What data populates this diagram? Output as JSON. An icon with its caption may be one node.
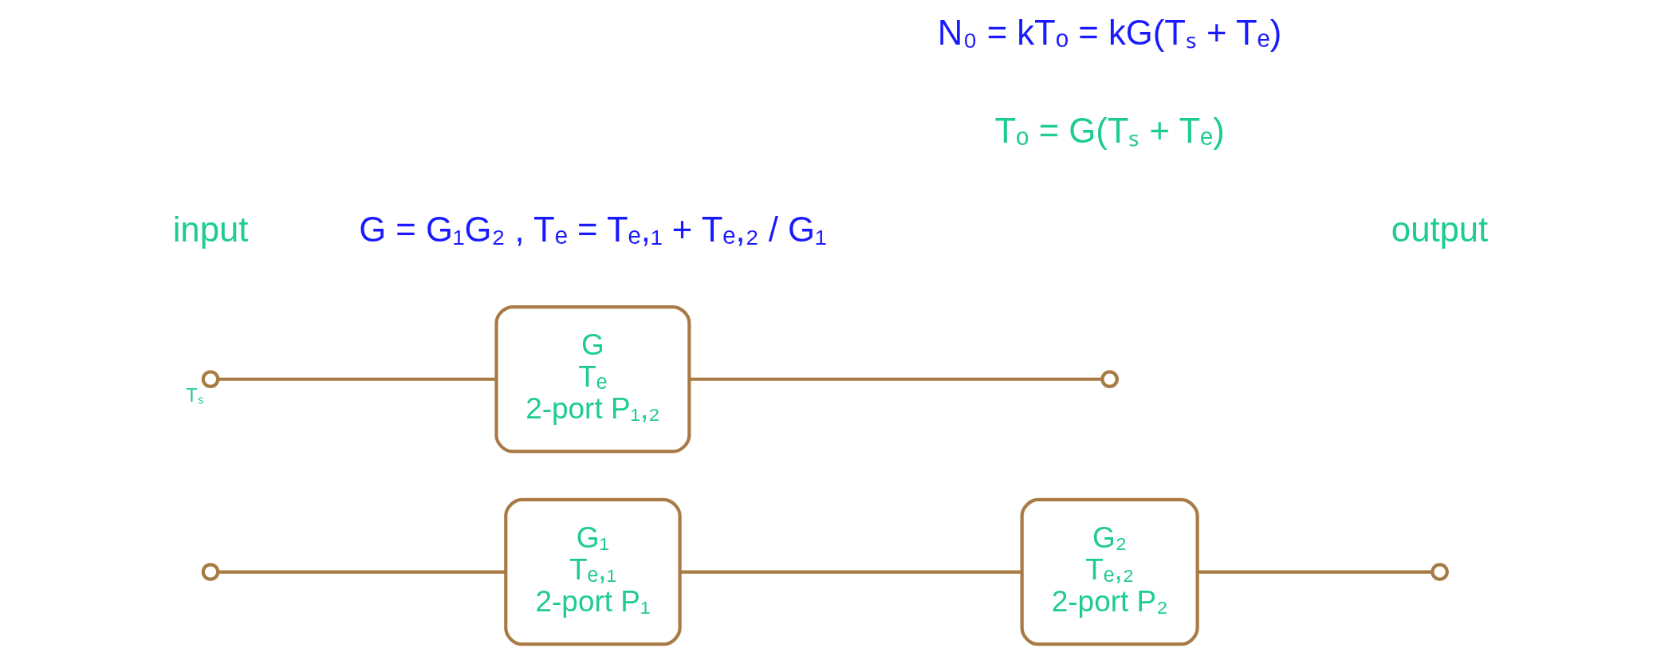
{
  "diagram": {
    "nodes": [
      {
        "text": [],
        "shape": "circle"
      },
      {
        "text": [
          "G₁",
          "Tₑ,₁",
          "2-port P₁"
        ]
      },
      {
        "text": [
          "G₂",
          "Tₑ,₂",
          "2-port P₂"
        ]
      },
      {
        "text": [],
        "shape": "circle"
      },
      {
        "text": [],
        "shape": "circle",
        "beside": [
          "Tₛ"
        ]
      },
      {
        "text": [
          "G",
          "Tₑ",
          "2-port P₁,₂"
        ]
      },
      {
        "text": [],
        "shape": "circle"
      }
    ],
    "edges": [
      {
        "from": 0,
        "to": 1,
        "arrow": "none"
      },
      {
        "from": 1,
        "to": 2,
        "arrow": "none"
      },
      {
        "from": 2,
        "to": 3,
        "arrow": "none"
      },
      {
        "from": 4,
        "to": 5,
        "arrow": "none"
      },
      {
        "from": 5,
        "to": 6,
        "arrow": "none"
      }
    ],
    "labels": [
      "input",
      "G = G₁G₂ , Tₑ = Tₑ,₁ + Tₑ,₂ / G₁",
      "output",
      "Tₒ = G(Tₛ + Tₑ)",
      "N₀ = kTₒ = kG(Tₛ + Tₑ)"
    ]
  }
}
